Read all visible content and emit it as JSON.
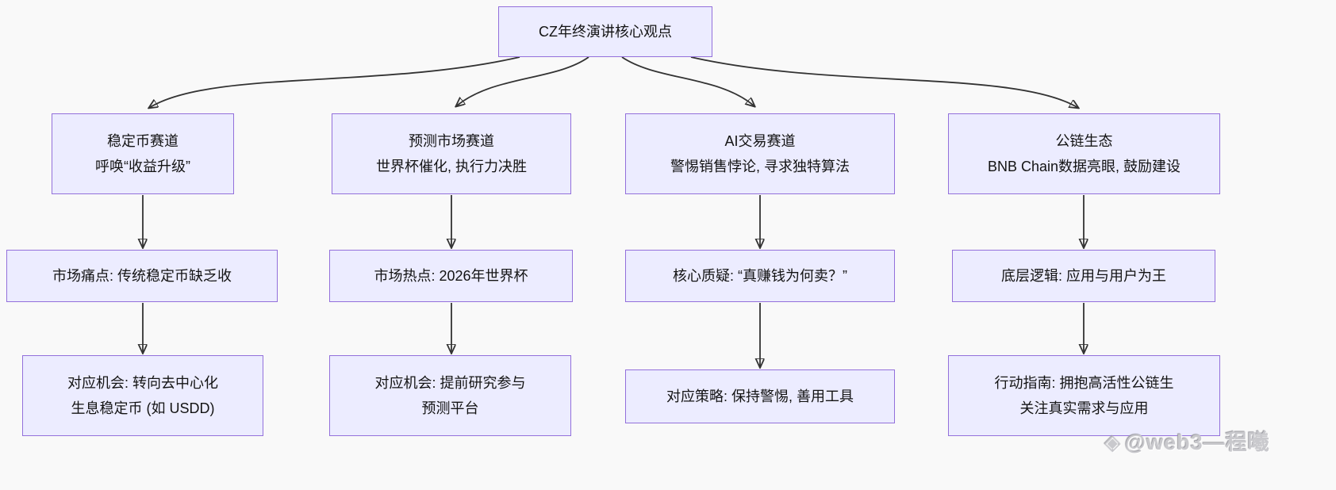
{
  "colors": {
    "background": "#f9f9f9",
    "node_fill": "#ececff",
    "node_border": "#9370db",
    "edge": "#333333",
    "text": "#131313",
    "watermark": "#c9c9cd"
  },
  "root": {
    "line1": "CZ年终演讲核心观点"
  },
  "columns": [
    {
      "track": {
        "line1": "稳定币赛道",
        "line2": "呼唤“收益升级”"
      },
      "insight": {
        "line1": "市场痛点: 传统稳定币缺乏收"
      },
      "action": {
        "line1": "对应机会: 转向去中心化",
        "line2": "生息稳定币 (如 USDD)"
      }
    },
    {
      "track": {
        "line1": "预测市场赛道",
        "line2": "世界杯催化, 执行力决胜"
      },
      "insight": {
        "line1": "市场热点: 2026年世界杯"
      },
      "action": {
        "line1": "对应机会: 提前研究参与",
        "line2": "预测平台"
      }
    },
    {
      "track": {
        "line1": "AI交易赛道",
        "line2": "警惕销售悖论, 寻求独特算法"
      },
      "insight": {
        "line1": "核心质疑: “真赚钱为何卖？”"
      },
      "action": {
        "line1": "对应策略: 保持警惕, 善用工具"
      }
    },
    {
      "track": {
        "line1": "公链生态",
        "line2": "BNB Chain数据亮眼, 鼓励建设"
      },
      "insight": {
        "line1": "底层逻辑: 应用与用户为王"
      },
      "action": {
        "line1": "行动指南: 拥抱高活性公链生",
        "line2": "关注真实需求与应用"
      }
    }
  ],
  "watermark": {
    "icon": "◈",
    "text": "@web3—程曦"
  }
}
